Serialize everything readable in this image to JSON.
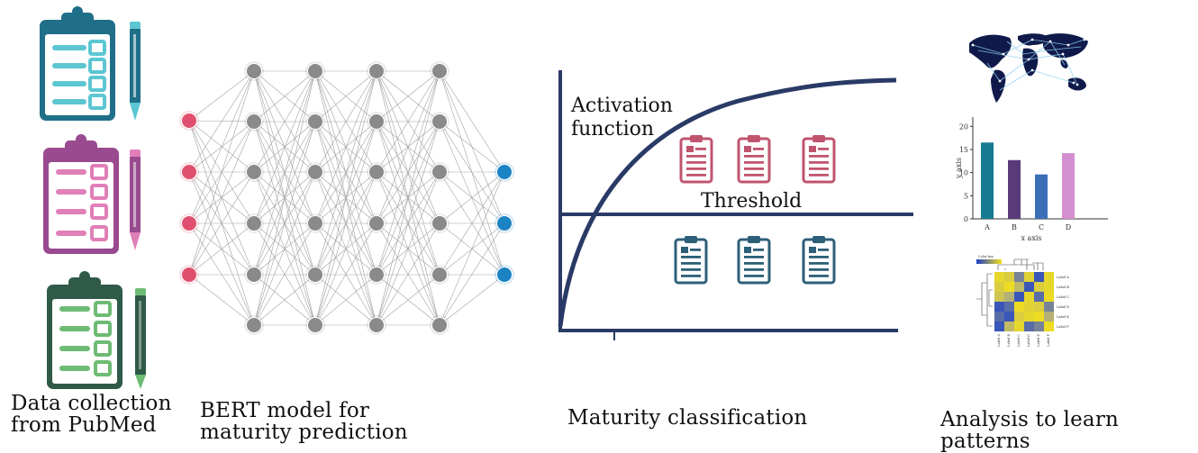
{
  "captions": {
    "collection_line1": "Data collection",
    "collection_line2": "from PubMed",
    "bert_line1": "BERT model for",
    "bert_line2": "maturity prediction",
    "classification": "Maturity classification",
    "analysis": "Analysis to learn patterns"
  },
  "classification_plot": {
    "activation_line1": "Activation",
    "activation_line2": "function",
    "threshold": "Threshold"
  },
  "mini_bar_chart": {
    "chart_data": {
      "type": "bar",
      "categories": [
        "A",
        "B",
        "C",
        "D"
      ],
      "values": [
        16.5,
        12.7,
        9.6,
        14.2
      ],
      "ylim": [
        0,
        22
      ],
      "yticks": [
        0,
        5,
        10,
        15,
        20
      ],
      "xlabel": "x axis",
      "ylabel": "y axis",
      "colors": [
        "#167a90",
        "#5a3a78",
        "#3a6fb8",
        "#d48fd0"
      ]
    }
  },
  "mini_heatmap": {
    "color_key": "Color key",
    "row_labels": [
      "Label A",
      "Label B",
      "Label C",
      "Label D",
      "Label E",
      "Label F"
    ],
    "col_labels": [
      "Label A",
      "Label B",
      "Label C",
      "Label D",
      "Label E",
      "Label F"
    ]
  },
  "colors": {
    "clipboard_teal": "#1f6f89",
    "clipboard_teal_light": "#5cc6d2",
    "clipboard_purple": "#9a4a8f",
    "clipboard_purple_light": "#e07fb8",
    "clipboard_green": "#2f5a47",
    "clipboard_green_light": "#6dbb74",
    "input_node": "#e0506e",
    "hidden_node": "#8a8a8a",
    "output_node": "#1b82c4",
    "curve": "#2a3a66",
    "report_red": "#c0546e",
    "report_blue": "#2e5f78"
  }
}
